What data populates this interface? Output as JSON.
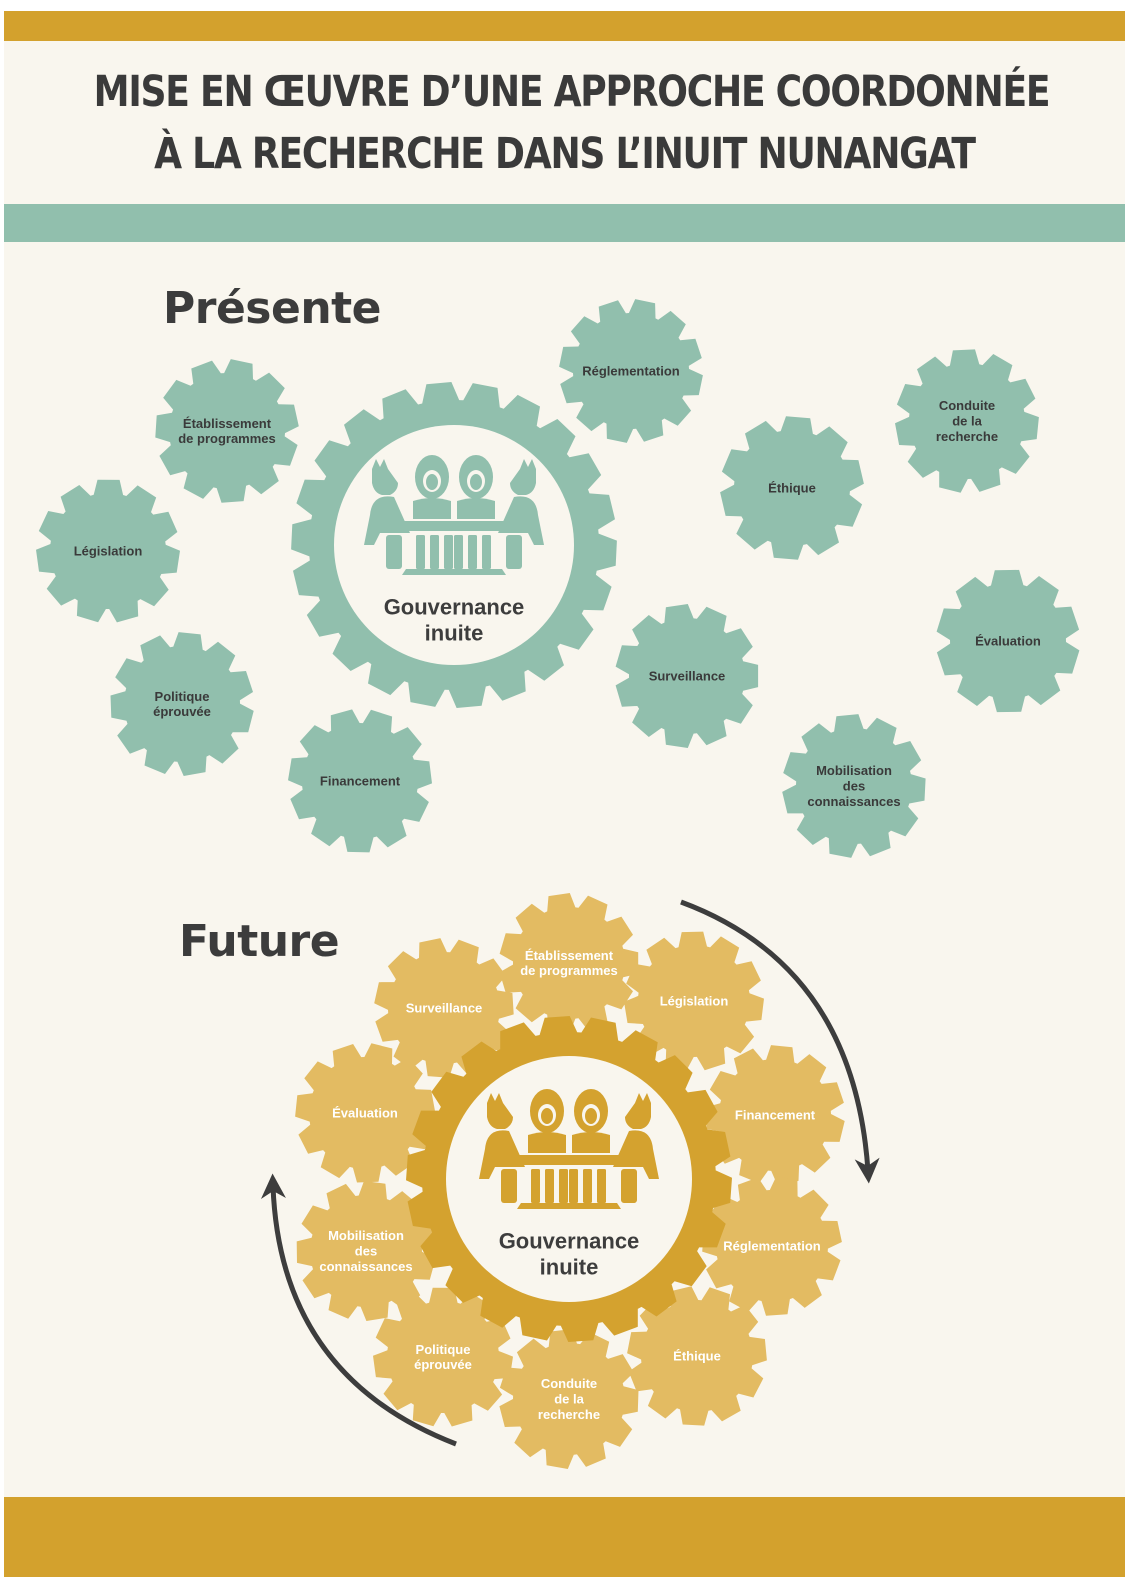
{
  "title": {
    "line1": "MISE EN ŒUVRE D’UNE APPROCHE COORDONNÉE",
    "line2": "À LA RECHERCHE DANS L’INUIT NUNANGAT"
  },
  "colors": {
    "gold_band": "#d3a12d",
    "teal_band": "#91bfad",
    "teal_gear": "#91bfad",
    "gold_gear_dark": "#d4a22f",
    "gold_gear_light": "#e3bb62",
    "text_dark": "#3a3a3a",
    "background": "#f9f6ee"
  },
  "present": {
    "heading": "Présente",
    "center": {
      "line1": "Gouvernance",
      "line2": "inuite",
      "icon": "inuit-people-at-table-icon"
    },
    "gears": [
      {
        "id": "reglementation",
        "lines": [
          "Réglementation"
        ]
      },
      {
        "id": "etablissement",
        "lines": [
          "Établissement",
          "de programmes"
        ]
      },
      {
        "id": "conduite",
        "lines": [
          "Conduite",
          "de la",
          "recherche"
        ]
      },
      {
        "id": "ethique",
        "lines": [
          "Éthique"
        ]
      },
      {
        "id": "legislation",
        "lines": [
          "Législation"
        ]
      },
      {
        "id": "evaluation",
        "lines": [
          "Évaluation"
        ]
      },
      {
        "id": "surveillance",
        "lines": [
          "Surveillance"
        ]
      },
      {
        "id": "politique",
        "lines": [
          "Politique",
          "éprouvée"
        ]
      },
      {
        "id": "financement",
        "lines": [
          "Financement"
        ]
      },
      {
        "id": "mobilisation",
        "lines": [
          "Mobilisation",
          "des",
          "connaissances"
        ]
      }
    ]
  },
  "future": {
    "heading": "Future",
    "center": {
      "line1": "Gouvernance",
      "line2": "inuite",
      "icon": "inuit-people-at-table-icon"
    },
    "gears": [
      {
        "id": "etablissement",
        "lines": [
          "Établissement",
          "de programmes"
        ]
      },
      {
        "id": "legislation",
        "lines": [
          "Législation"
        ]
      },
      {
        "id": "financement",
        "lines": [
          "Financement"
        ]
      },
      {
        "id": "reglementation",
        "lines": [
          "Réglementation"
        ]
      },
      {
        "id": "ethique",
        "lines": [
          "Éthique"
        ]
      },
      {
        "id": "conduite",
        "lines": [
          "Conduite",
          "de la",
          "recherche"
        ]
      },
      {
        "id": "politique",
        "lines": [
          "Politique",
          "éprouvée"
        ]
      },
      {
        "id": "mobilisation",
        "lines": [
          "Mobilisation",
          "des",
          "connaissances"
        ]
      },
      {
        "id": "evaluation",
        "lines": [
          "Évaluation"
        ]
      },
      {
        "id": "surveillance",
        "lines": [
          "Surveillance"
        ]
      }
    ],
    "arrows": [
      "clockwise-arrow-right-icon",
      "clockwise-arrow-left-icon"
    ]
  }
}
